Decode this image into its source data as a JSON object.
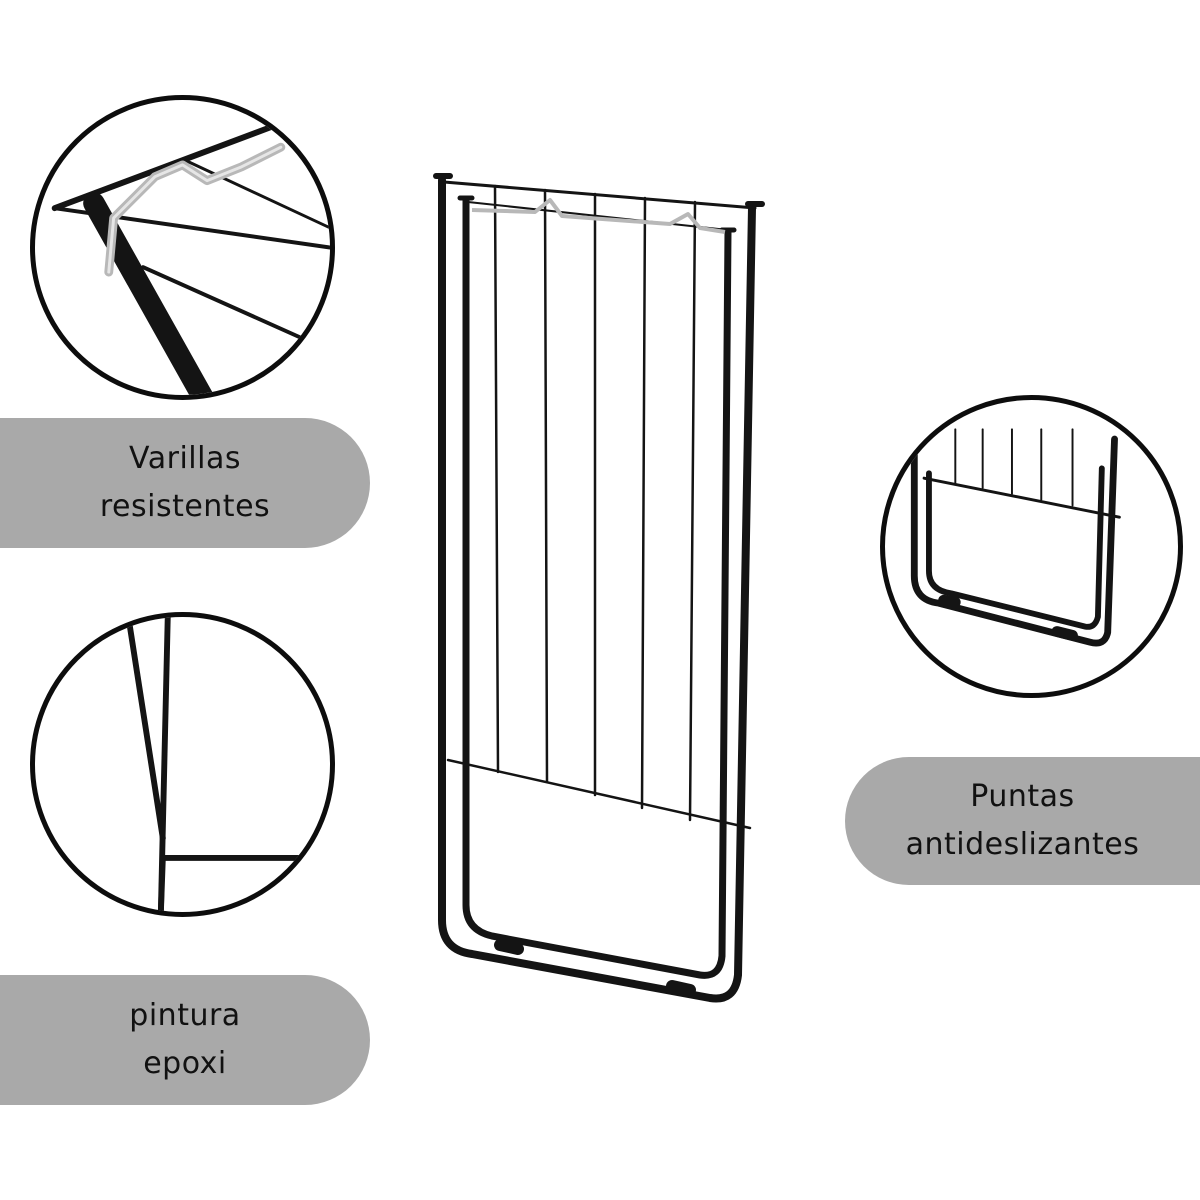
{
  "features": {
    "rods": {
      "line1": "Varillas",
      "line2": "resistentes"
    },
    "paint": {
      "line1": "pintura",
      "line2": "epoxi"
    },
    "feet": {
      "line1": "Puntas",
      "line2": "antideslizantes"
    }
  },
  "colors": {
    "frame": "#141414",
    "hook": "#b8b8b8",
    "pill": "#a9a9a9",
    "text": "#111111"
  }
}
